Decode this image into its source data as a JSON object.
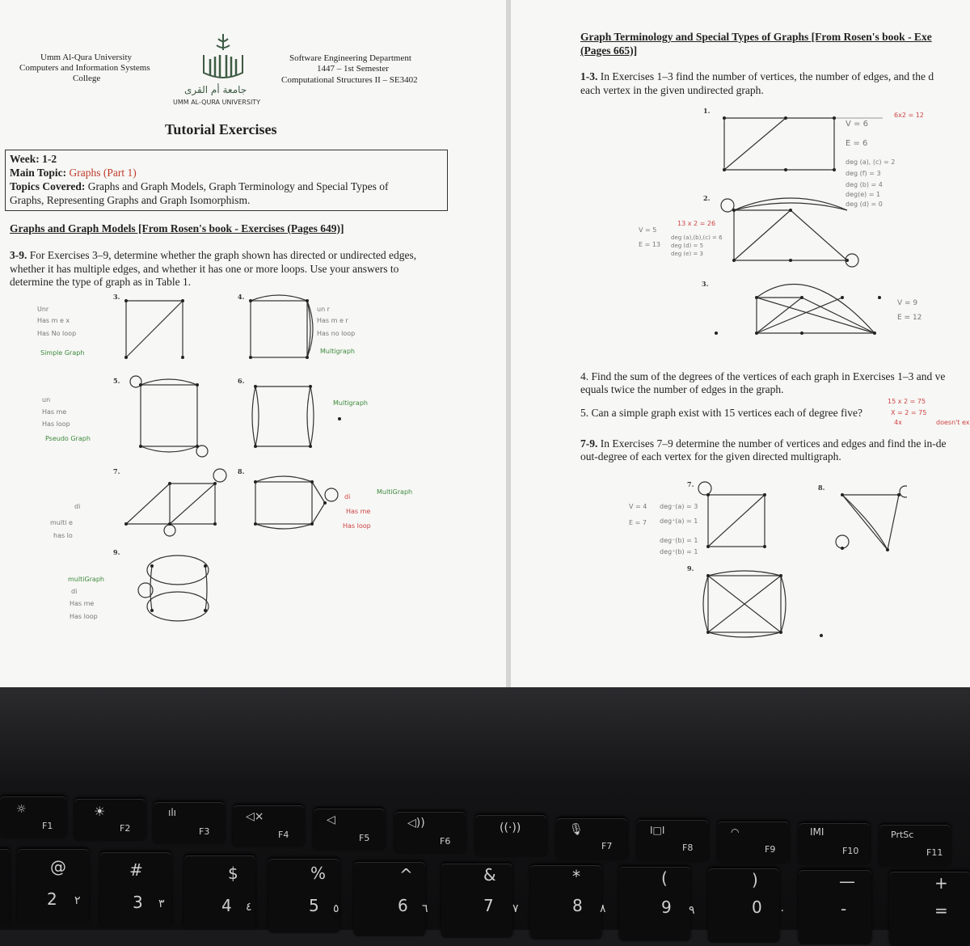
{
  "left_page": {
    "university": [
      "Umm Al-Qura University",
      "Computers and Information Systems",
      "College"
    ],
    "department": [
      "Software Engineering Department",
      "1447 – 1st Semester",
      "Computational Structures II – SE3402"
    ],
    "logo_arabic": "جامعة أم القرى",
    "logo_english": "UMM AL-QURA UNIVERSITY",
    "title": "Tutorial Exercises",
    "week": "Week: 1-2",
    "main_topic_label": "Main Topic:",
    "main_topic_value": "Graphs (Part 1)",
    "topics_label": "Topics Covered:",
    "topics_line1": "Graphs and Graph Models, Graph Terminology and Special Types of",
    "topics_line2": "Graphs, Representing Graphs and Graph Isomorphism.",
    "section_heading": "Graphs and Graph Models [From Rosen's book - Exercises (Pages 649)]",
    "exercise_num": "3-9.",
    "exercise_line1": "For Exercises 3–9, determine whether the graph shown has directed or undirected edges,",
    "exercise_line2": "whether it has multiple edges, and whether it has one or more loops. Use your answers to",
    "exercise_line3": "determine the type of graph as in Table 1.",
    "graph_numbers": [
      "3.",
      "4.",
      "5.",
      "6.",
      "7.",
      "8.",
      "9."
    ],
    "handwriting": {
      "g3": [
        "Unr",
        "Has m e x",
        "Has No loop",
        "Simple Graph"
      ],
      "g4": [
        "un r",
        "Has m e r",
        "Has no loop",
        "Multigraph"
      ],
      "g5": [
        "un",
        "Has me",
        "Has loop",
        "Pseudo Graph"
      ],
      "g6": "Multigraph",
      "g7": [
        "di",
        "multi e",
        "has lo"
      ],
      "g8": [
        "di",
        "MultiGraph",
        "Has me",
        "Has loop"
      ],
      "g9": [
        "multiGraph",
        "di",
        "Has me",
        "Has loop"
      ]
    }
  },
  "right_page": {
    "heading_line1": "Graph Terminology and Special Types of Graphs [From Rosen's book - Exe",
    "heading_line2": "(Pages 665)]",
    "q1_num": "1-3.",
    "q1_line1": "In Exercises 1–3 find the number of vertices, the number of edges, and the d",
    "q1_line2": "each vertex in the given undirected graph.",
    "q4_line1": "4. Find the sum of the degrees of the vertices of each graph in Exercises 1–3 and ve",
    "q4_line2": "equals twice the number of edges in the graph.",
    "q5": "5. Can a simple graph exist with 15 vertices each of degree five?",
    "q7_num": "7-9.",
    "q7_line1": "In Exercises 7–9 determine the number of vertices and edges and find the in-de",
    "q7_line2": "out-degree of each vertex for the given directed multigraph.",
    "graph_numbers": [
      "1.",
      "2.",
      "3.",
      "7.",
      "8.",
      "9."
    ],
    "handwriting": {
      "g1": [
        "V = 6",
        "E = 6",
        "6x2 = 12",
        "deg (a), (c) = 2",
        "deg (f) = 3",
        "deg (b) = 4",
        "deg(e) = 1",
        "deg (d) = 0"
      ],
      "g2": [
        "V = 5",
        "E = 13",
        "13 x 2 = 26",
        "deg (a),(b),(c) = 6",
        "deg (d) = 5",
        "deg (e) = 3"
      ],
      "g3": [
        "V = 9",
        "E = 12"
      ],
      "q5": [
        "15 x 2 = 75",
        "X = 2 = 75",
        "4x",
        "doesn't exit"
      ],
      "g7": [
        "V = 4",
        "E = 7",
        "deg⁻(a) = 3",
        "deg⁺(a) = 1",
        "deg⁻(b) = 1",
        "deg⁺(b) = 1"
      ]
    }
  },
  "keyboard": {
    "fn_row": [
      "F1",
      "F2",
      "F3",
      "F4",
      "F5",
      "F6",
      "F7",
      "F8",
      "F9",
      "F10",
      "PrtSc",
      "F11"
    ],
    "num_top": [
      "@",
      "#",
      "$",
      "%",
      "^",
      "&",
      "*",
      "(",
      ")",
      "—",
      "+"
    ],
    "num_main": [
      "2",
      "3",
      "4",
      "5",
      "6",
      "7",
      "8",
      "9",
      "0",
      "-",
      "="
    ],
    "num_arabic": [
      "٢",
      "٣",
      "٤",
      "٥",
      "٦",
      "٧",
      "٨",
      "٩",
      "٠"
    ]
  }
}
